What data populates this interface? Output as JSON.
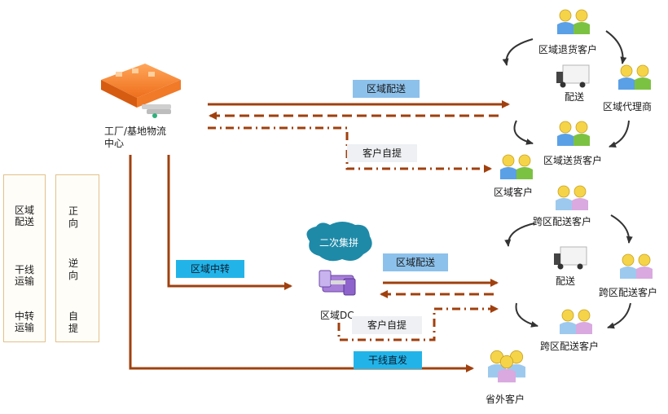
{
  "nodes": {
    "factory": "工厂/基地物流中心",
    "regional_return_customer": "区域退货客户",
    "truck_top": "配送",
    "regional_agent": "区域代理商",
    "regional_delivery_customer": "区域送货客户",
    "regional_customer": "区域客户",
    "regional_dc": "区域DC",
    "secondary_consolidation": "二次集拼",
    "cross_customer_top": "跨区配送客户",
    "truck_bottom": "配送",
    "cross_customer_right": "跨区配送客户",
    "cross_customer_bottom": "跨区配送客户",
    "provincial_customer": "省外客户"
  },
  "edge_labels": {
    "regional_delivery_top": "区域配送",
    "self_pickup_top": "客户自提",
    "regional_transfer": "区域中转",
    "regional_delivery_bottom": "区域配送",
    "self_pickup_bottom": "客户自提",
    "trunk_direct": "干线直发"
  },
  "legend": {
    "regional_delivery": "区域配送",
    "trunk_transport": "干线运输",
    "transfer_transport": "中转运输",
    "forward": "正向",
    "reverse": "逆向",
    "self_pickup": "自提"
  },
  "colors": {
    "flow_line": "#a0400e",
    "label_box_blue": "#8cc1eb",
    "label_box_cyan": "#22b4e8",
    "customer_green": "#7cc242",
    "customer_pink": "#d9a9e0",
    "customer_blue": "#9ec9ee",
    "badge_teal": "#1e8aa8"
  },
  "icons": [
    "factory-icon",
    "truck-icon",
    "customer-group-icon",
    "dc-icon",
    "network-icon",
    "plane-truck-icon",
    "transfer-icon"
  ]
}
